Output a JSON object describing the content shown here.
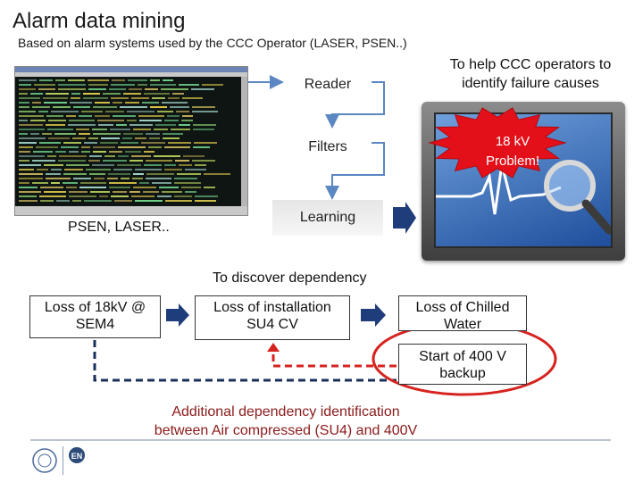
{
  "title": "Alarm data mining",
  "subtitle": "Based on alarm systems used by the CCC Operator (LASER, PSEN..)",
  "pipeline": {
    "reader_label": "Reader",
    "filters_label": "Filters",
    "learning_label": "Learning"
  },
  "screenshot_caption": "PSEN, LASER..",
  "help_text_line1": "To help CCC operators to",
  "help_text_line2": "identify failure causes",
  "alert": {
    "line1": "18 kV",
    "line2": "Problem!",
    "color": "#e3101a"
  },
  "discover_label": "To discover dependency",
  "nodes": {
    "loss_18kv_line1": "Loss of 18kV @",
    "loss_18kv_line2": "SEM4",
    "loss_install_line1": "Loss of installation",
    "loss_install_line2": "SU4 CV",
    "loss_chilled_line1": "Loss of Chilled",
    "loss_chilled_line2": "Water",
    "start_400v_line1": "Start of 400 V",
    "start_400v_line2": "backup"
  },
  "additional": {
    "line1": "Additional dependency identification",
    "line2": "between Air compressed (SU4) and 400V"
  },
  "logos": {
    "en_badge": "EN"
  },
  "colors": {
    "pipeline_line": "#5b87c2",
    "arrow_dark": "#1f3d7a",
    "dependency_dark": "#1a2f5a",
    "dependency_red": "#d7231f",
    "highlight_ellipse": "#d7231f",
    "additional_text": "#8b1a1a"
  }
}
